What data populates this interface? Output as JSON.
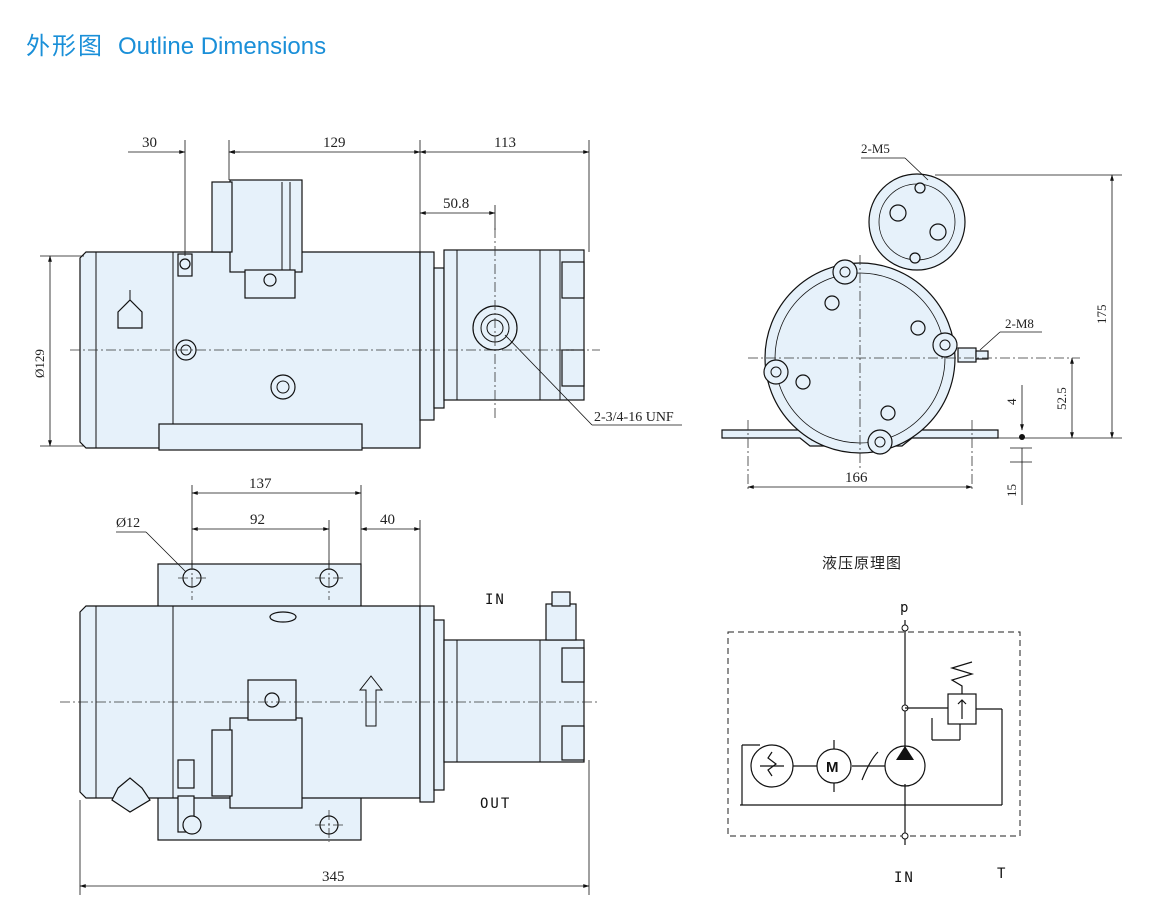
{
  "title": {
    "cn": "外形图",
    "en": "Outline Dimensions"
  },
  "front_view": {
    "dim_top_left": "30",
    "dim_top_mid": "129",
    "dim_top_right": "113",
    "dim_pump": "50.8",
    "dim_height": "Ø129",
    "port_callout": "2-3/4-16 UNF"
  },
  "side_view": {
    "bolt_callout_top": "2-M5",
    "bolt_callout_right": "2-M8",
    "dim_height": "175",
    "dim_center": "52.5",
    "dim_plate": "4",
    "dim_foot": "15",
    "dim_width": "166"
  },
  "top_view": {
    "dim_holes_outer": "137",
    "dim_holes_inner": "92",
    "dim_offset": "40",
    "dim_hole_dia": "Ø12",
    "dim_length": "345",
    "port_in": "IN",
    "port_out": "OUT"
  },
  "schematic": {
    "title": "液压原理图",
    "label_p": "p",
    "label_in": "IN",
    "label_t": "T",
    "motor_symbol": "M"
  }
}
